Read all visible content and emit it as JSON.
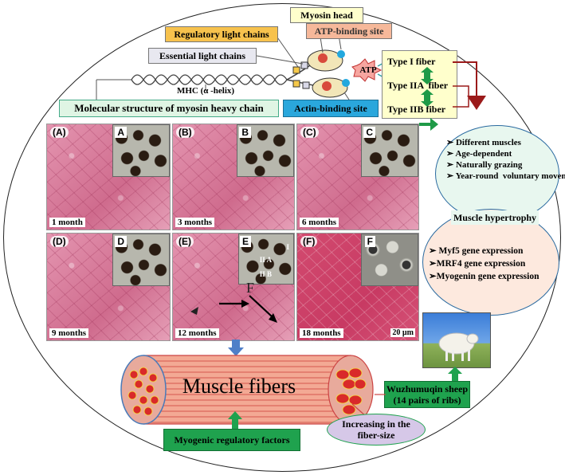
{
  "myosin": {
    "head": "Myosin head",
    "regulatory": "Regulatory light chains",
    "atp_site": "ATP-binding site",
    "essential": "Essential light chains",
    "atp": "ATP",
    "mhc": "MHC (α -helix)",
    "molecular": "Molecular structure of myosin heavy chain",
    "actin_site": "Actin-binding site"
  },
  "fiber_types": [
    "Type I fiber",
    "Type IIA  fiber",
    "Type IIB fiber"
  ],
  "factors": [
    "Different muscles",
    "Age-dependent",
    "Naturally grazing",
    "Year-round  voluntary movement"
  ],
  "hypertrophy": {
    "title": "Muscle hypertrophy",
    "genes": [
      "Myf5 gene expression",
      "MRF4 gene expression",
      "Myogenin gene expression"
    ]
  },
  "panels": [
    {
      "id": "(A)",
      "inset": "A",
      "age": "1 month"
    },
    {
      "id": "(B)",
      "inset": "B",
      "age": "3 months"
    },
    {
      "id": "(C)",
      "inset": "C",
      "age": "6 months"
    },
    {
      "id": "(D)",
      "inset": "D",
      "age": "9 months"
    },
    {
      "id": "(E)",
      "inset": "E",
      "age": "12 months"
    },
    {
      "id": "(F)",
      "inset": "F",
      "age": "18 months"
    }
  ],
  "panel_e": {
    "F": "F",
    "IIA": "II A",
    "IIB": "II B",
    "I": "I"
  },
  "scale": "20 µm",
  "muscle_fibers": "Muscle fibers",
  "increasing": "Increasing in the fiber-size",
  "myogenic": "Myogenic regulatory factors",
  "sheep": "Wuzhumuqin sheep (14 pairs of ribs)",
  "colors": {
    "yellow_box": "#ffffcc",
    "orange_box": "#f7c24d",
    "salmon_box": "#f6b89a",
    "gray_box": "#e8e8f0",
    "green_box": "#dff5e4",
    "blue_box": "#2aa7dc",
    "green_arrow": "#1f9a47",
    "dark_red": "#9b1a1a",
    "fiber_fill": "#f3a994",
    "mint_circle": "#e8f7ef",
    "peach_circle": "#fde9de",
    "lilac": "#d6c8e8",
    "factor_green": "#1fa24e"
  }
}
